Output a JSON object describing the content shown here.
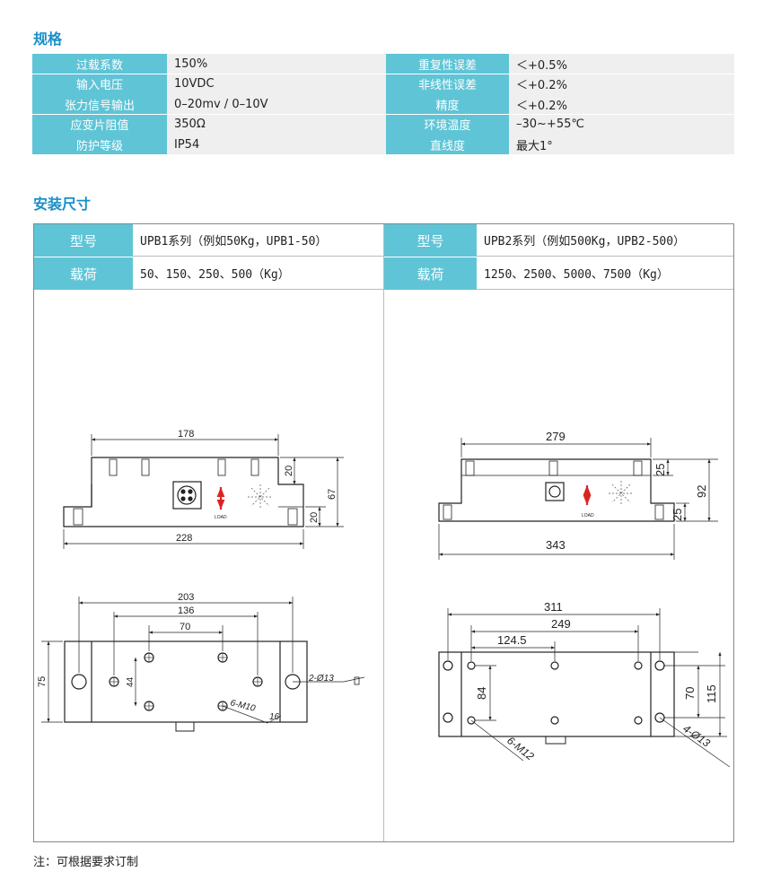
{
  "sections": {
    "spec_title": "规格",
    "install_title": "安装尺寸"
  },
  "specs": [
    {
      "label1": "过载系数",
      "value1": "150%",
      "label2": "重复性误差",
      "value2": "＜+0.5%"
    },
    {
      "label1": "输入电压",
      "value1": "10VDC",
      "label2": "非线性误差",
      "value2": "＜+0.2%"
    },
    {
      "label1": "张力信号输出",
      "value1": "0–20mv / 0–10V",
      "label2": "精度",
      "value2": "＜+0.2%"
    },
    {
      "label1": "应变片阻值",
      "value1": "350Ω",
      "label2": "环境温度",
      "value2": "–30~+55℃"
    },
    {
      "label1": "防护等级",
      "value1": "IP54",
      "label2": "直线度",
      "value2": "最大1°"
    }
  ],
  "install": {
    "left": {
      "model_label": "型号",
      "model_value": "UPB1系列（例如50Kg，UPB1-50）",
      "load_label": "载荷",
      "load_value": "50、150、250、500（Kg）"
    },
    "right": {
      "model_label": "型号",
      "model_value": "UPB2系列（例如500Kg，UPB2-500）",
      "load_label": "载荷",
      "load_value": "1250、2500、5000、7500（Kg）"
    }
  },
  "drawings": {
    "left_side": {
      "top": "178",
      "bottom": "228",
      "h1": "20",
      "h2": "67",
      "h3": "20",
      "load": "LOAD"
    },
    "left_plan": {
      "d1": "203",
      "d2": "136",
      "d3": "70",
      "h": "75",
      "h2": "44",
      "hole": "2-Ø13",
      "thread": "6-M10",
      "depth": "16"
    },
    "right_side": {
      "top": "279",
      "bottom": "343",
      "h1": "25",
      "h2": "92",
      "h3": "25",
      "load": "LOAD"
    },
    "right_plan": {
      "d1": "311",
      "d2": "249",
      "d3": "124.5",
      "v1": "84",
      "v2": "70",
      "v3": "115",
      "hole": "4-Ø13",
      "thread": "6-M12"
    }
  },
  "footer_note": "注：可根据要求订制"
}
